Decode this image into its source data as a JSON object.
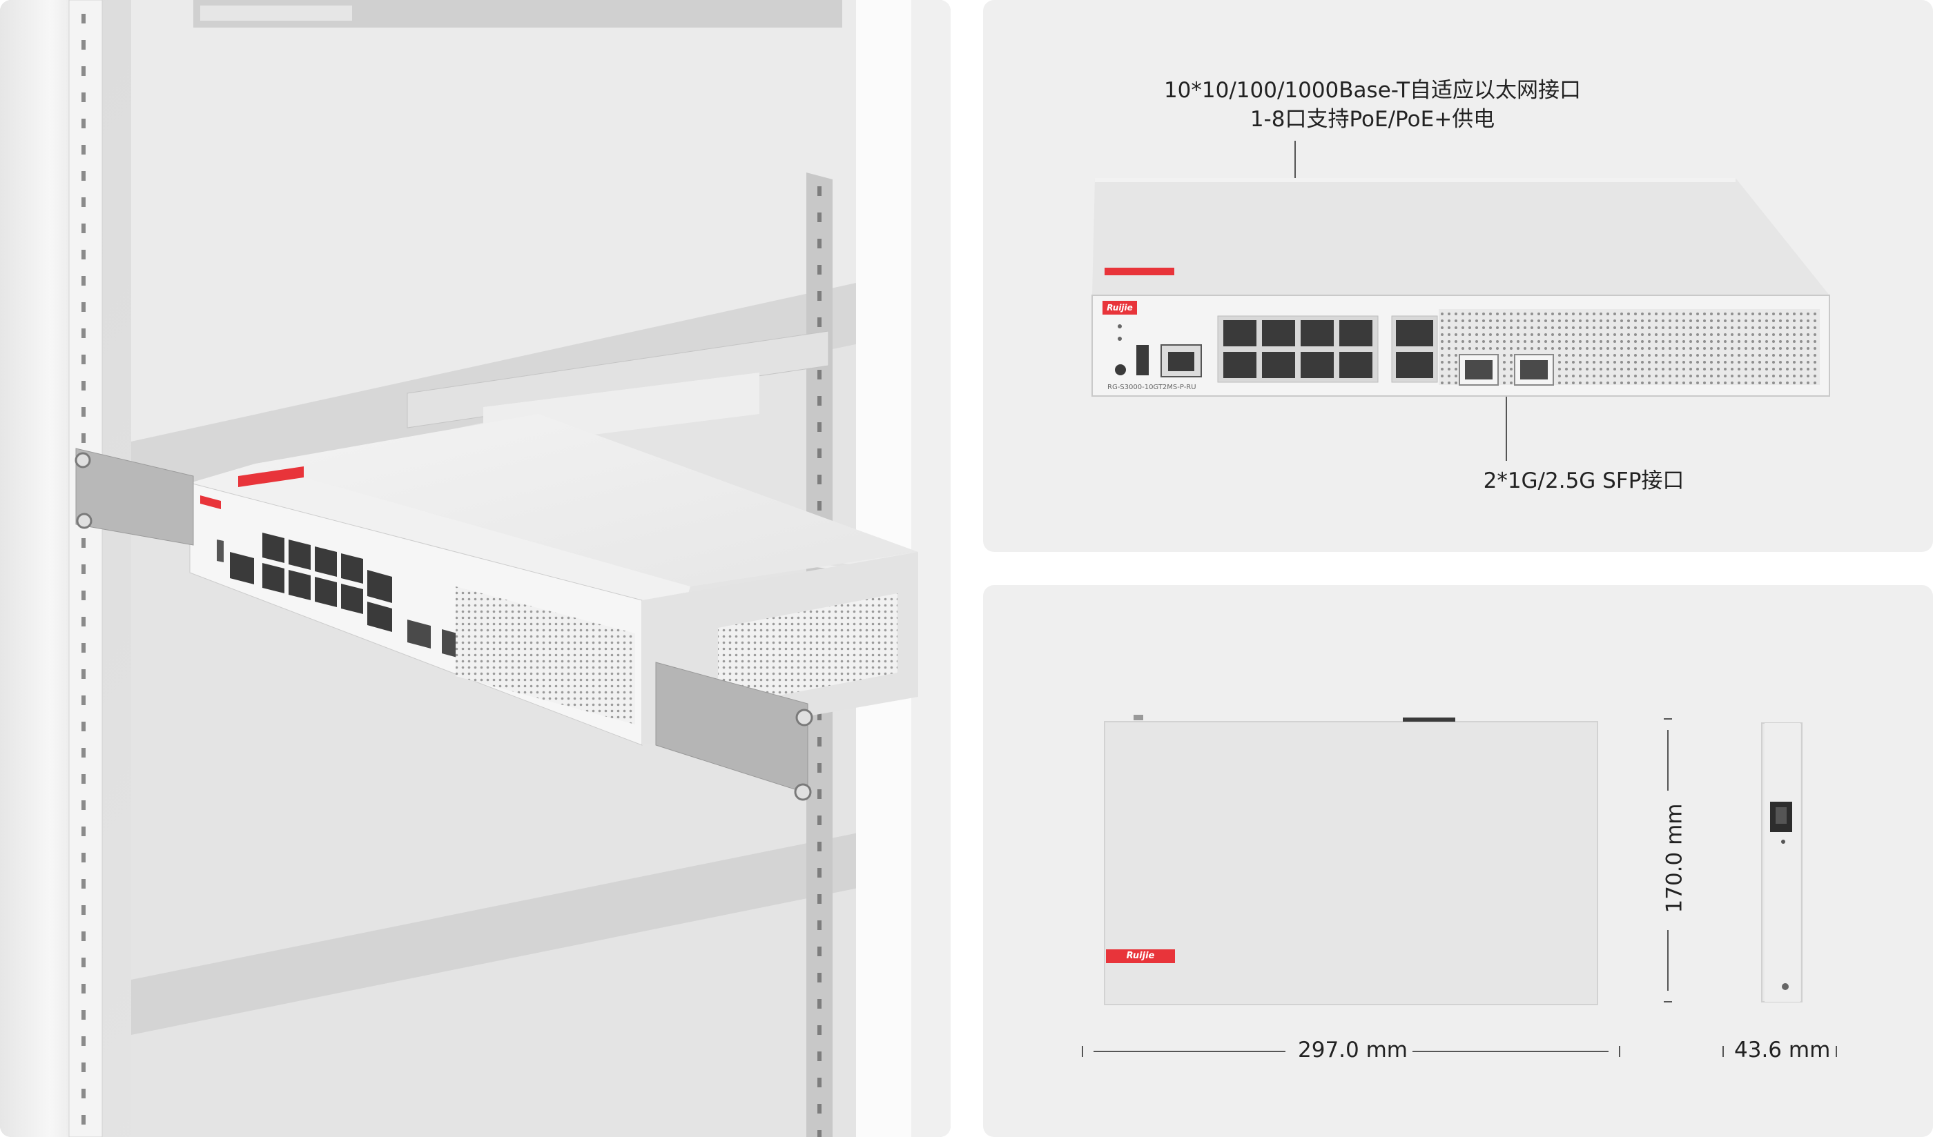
{
  "brand": {
    "name": "Ruijie",
    "color": "#e8343a"
  },
  "front_view": {
    "annotations": {
      "rj45": {
        "line1": "10*10/100/1000Base-T自适应以太网接口",
        "line2": "1-8口支持PoE/PoE+供电"
      },
      "sfp": {
        "line1": "2*1G/2.5G SFP接口"
      }
    },
    "model": "RG-S3000-10GT2MS-P-RU"
  },
  "dimensions": {
    "width": "297.0 mm",
    "depth": "170.0 mm",
    "height": "43.6 mm"
  }
}
